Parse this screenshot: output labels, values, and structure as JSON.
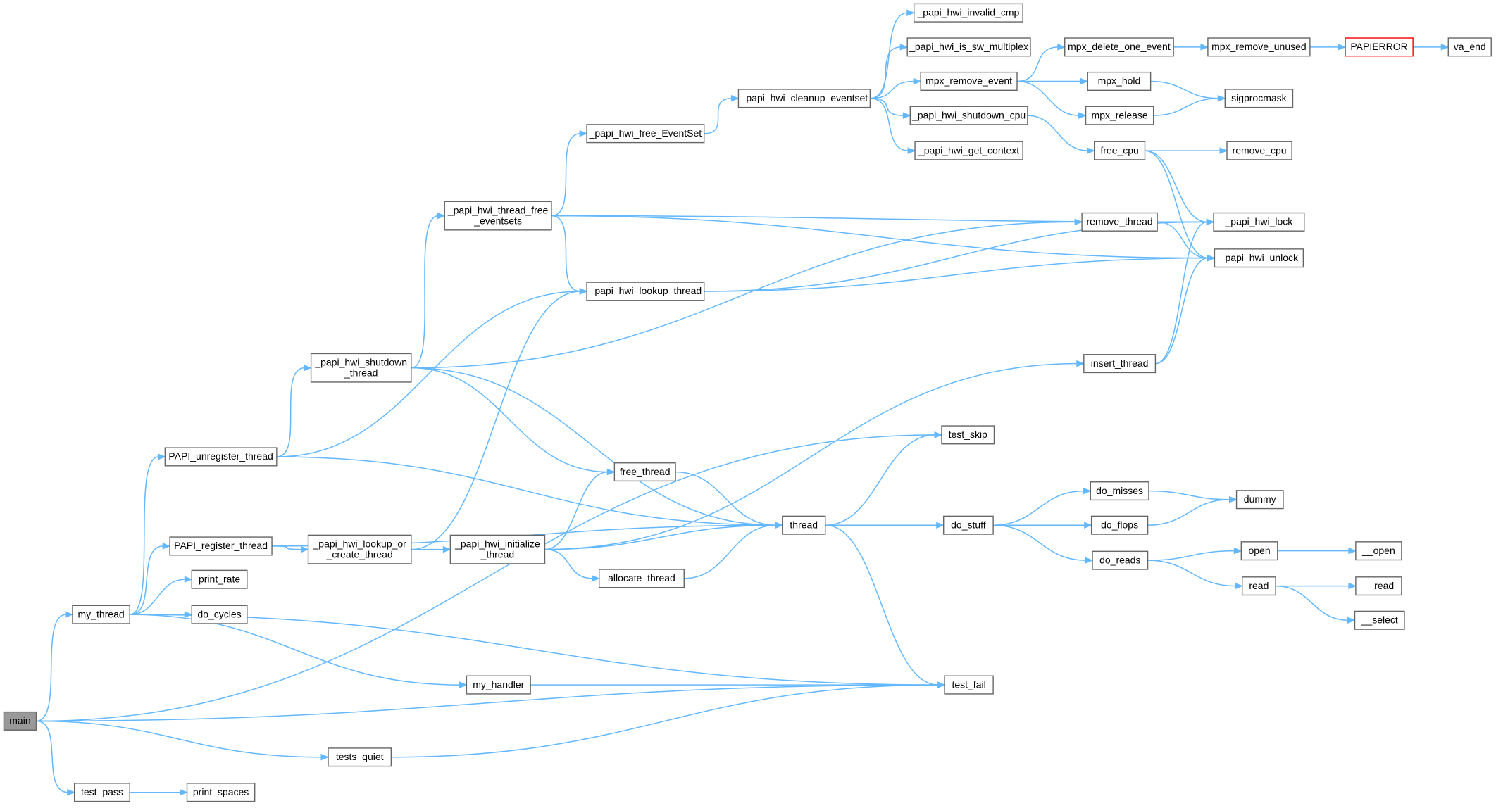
{
  "diagram": {
    "nodes": [
      {
        "id": "main",
        "lines": [
          "main"
        ],
        "style": "root"
      },
      {
        "id": "my_thread",
        "lines": [
          "my_thread"
        ]
      },
      {
        "id": "test_pass",
        "lines": [
          "test_pass"
        ]
      },
      {
        "id": "tests_quiet",
        "lines": [
          "tests_quiet"
        ]
      },
      {
        "id": "test_fail",
        "lines": [
          "test_fail"
        ]
      },
      {
        "id": "test_skip",
        "lines": [
          "test_skip"
        ]
      },
      {
        "id": "print_spaces",
        "lines": [
          "print_spaces"
        ]
      },
      {
        "id": "PAPI_unregister_thread",
        "lines": [
          "PAPI_unregister_thread"
        ]
      },
      {
        "id": "PAPI_register_thread",
        "lines": [
          "PAPI_register_thread"
        ]
      },
      {
        "id": "print_rate",
        "lines": [
          "print_rate"
        ]
      },
      {
        "id": "do_cycles",
        "lines": [
          "do_cycles"
        ]
      },
      {
        "id": "my_handler",
        "lines": [
          "my_handler"
        ]
      },
      {
        "id": "shutdown_thread",
        "lines": [
          "_papi_hwi_shutdown",
          "_thread"
        ]
      },
      {
        "id": "lookup_or_create",
        "lines": [
          "_papi_hwi_lookup_or",
          "_create_thread"
        ]
      },
      {
        "id": "thread_free_eventsets",
        "lines": [
          "_papi_hwi_thread_free",
          "_eventsets"
        ]
      },
      {
        "id": "lookup_thread",
        "lines": [
          "_papi_hwi_lookup_thread"
        ]
      },
      {
        "id": "initialize_thread",
        "lines": [
          "_papi_hwi_initialize",
          "_thread"
        ]
      },
      {
        "id": "free_eventset",
        "lines": [
          "_papi_hwi_free_EventSet"
        ]
      },
      {
        "id": "free_thread",
        "lines": [
          "free_thread"
        ]
      },
      {
        "id": "allocate_thread",
        "lines": [
          "allocate_thread"
        ]
      },
      {
        "id": "cleanup_eventset",
        "lines": [
          "_papi_hwi_cleanup_eventset"
        ]
      },
      {
        "id": "invalid_cmp",
        "lines": [
          "_papi_hwi_invalid_cmp"
        ]
      },
      {
        "id": "is_sw_multiplex",
        "lines": [
          "_papi_hwi_is_sw_multiplex"
        ]
      },
      {
        "id": "mpx_remove_event",
        "lines": [
          "mpx_remove_event"
        ]
      },
      {
        "id": "shutdown_cpu",
        "lines": [
          "_papi_hwi_shutdown_cpu"
        ]
      },
      {
        "id": "get_context",
        "lines": [
          "_papi_hwi_get_context"
        ]
      },
      {
        "id": "thread",
        "lines": [
          "thread"
        ]
      },
      {
        "id": "do_stuff",
        "lines": [
          "do_stuff"
        ]
      },
      {
        "id": "mpx_delete_one_event",
        "lines": [
          "mpx_delete_one_event"
        ]
      },
      {
        "id": "mpx_hold",
        "lines": [
          "mpx_hold"
        ]
      },
      {
        "id": "mpx_release",
        "lines": [
          "mpx_release"
        ]
      },
      {
        "id": "free_cpu",
        "lines": [
          "free_cpu"
        ]
      },
      {
        "id": "remove_thread",
        "lines": [
          "remove_thread"
        ]
      },
      {
        "id": "insert_thread",
        "lines": [
          "insert_thread"
        ]
      },
      {
        "id": "do_misses",
        "lines": [
          "do_misses"
        ]
      },
      {
        "id": "do_flops",
        "lines": [
          "do_flops"
        ]
      },
      {
        "id": "do_reads",
        "lines": [
          "do_reads"
        ]
      },
      {
        "id": "mpx_remove_unused",
        "lines": [
          "mpx_remove_unused"
        ]
      },
      {
        "id": "sigprocmask",
        "lines": [
          "sigprocmask"
        ]
      },
      {
        "id": "remove_cpu",
        "lines": [
          "remove_cpu"
        ]
      },
      {
        "id": "hwi_lock",
        "lines": [
          "_papi_hwi_lock"
        ]
      },
      {
        "id": "hwi_unlock",
        "lines": [
          "_papi_hwi_unlock"
        ]
      },
      {
        "id": "dummy",
        "lines": [
          "dummy"
        ]
      },
      {
        "id": "open",
        "lines": [
          "open"
        ]
      },
      {
        "id": "read",
        "lines": [
          "read"
        ]
      },
      {
        "id": "PAPIERROR",
        "lines": [
          "PAPIERROR"
        ],
        "style": "error"
      },
      {
        "id": "__open",
        "lines": [
          "__open"
        ]
      },
      {
        "id": "__read",
        "lines": [
          "__read"
        ]
      },
      {
        "id": "__select",
        "lines": [
          "__select"
        ]
      },
      {
        "id": "va_end",
        "lines": [
          "va_end"
        ]
      }
    ],
    "edges": [
      {
        "from": "main",
        "to": "my_thread"
      },
      {
        "from": "main",
        "to": "test_skip"
      },
      {
        "from": "main",
        "to": "test_fail"
      },
      {
        "from": "main",
        "to": "tests_quiet"
      },
      {
        "from": "main",
        "to": "test_pass"
      },
      {
        "from": "test_pass",
        "to": "print_spaces"
      },
      {
        "from": "tests_quiet",
        "to": "test_fail"
      },
      {
        "from": "my_thread",
        "to": "PAPI_unregister_thread"
      },
      {
        "from": "my_thread",
        "to": "PAPI_register_thread"
      },
      {
        "from": "my_thread",
        "to": "print_rate"
      },
      {
        "from": "my_thread",
        "to": "do_cycles"
      },
      {
        "from": "my_thread",
        "to": "test_fail"
      },
      {
        "from": "my_thread",
        "to": "my_handler"
      },
      {
        "from": "my_handler",
        "to": "test_fail"
      },
      {
        "from": "PAPI_unregister_thread",
        "to": "shutdown_thread"
      },
      {
        "from": "PAPI_unregister_thread",
        "to": "lookup_thread"
      },
      {
        "from": "PAPI_unregister_thread",
        "to": "thread"
      },
      {
        "from": "PAPI_register_thread",
        "to": "lookup_or_create"
      },
      {
        "from": "PAPI_register_thread",
        "to": "thread"
      },
      {
        "from": "shutdown_thread",
        "to": "thread_free_eventsets"
      },
      {
        "from": "shutdown_thread",
        "to": "remove_thread"
      },
      {
        "from": "shutdown_thread",
        "to": "free_thread"
      },
      {
        "from": "shutdown_thread",
        "to": "thread"
      },
      {
        "from": "lookup_or_create",
        "to": "initialize_thread"
      },
      {
        "from": "lookup_or_create",
        "to": "lookup_thread"
      },
      {
        "from": "thread_free_eventsets",
        "to": "free_eventset"
      },
      {
        "from": "thread_free_eventsets",
        "to": "lookup_thread"
      },
      {
        "from": "thread_free_eventsets",
        "to": "hwi_lock"
      },
      {
        "from": "thread_free_eventsets",
        "to": "hwi_unlock"
      },
      {
        "from": "initialize_thread",
        "to": "insert_thread"
      },
      {
        "from": "initialize_thread",
        "to": "free_thread"
      },
      {
        "from": "initialize_thread",
        "to": "allocate_thread"
      },
      {
        "from": "initialize_thread",
        "to": "thread"
      },
      {
        "from": "free_eventset",
        "to": "cleanup_eventset"
      },
      {
        "from": "lookup_thread",
        "to": "hwi_lock"
      },
      {
        "from": "lookup_thread",
        "to": "hwi_unlock"
      },
      {
        "from": "free_thread",
        "to": "thread"
      },
      {
        "from": "allocate_thread",
        "to": "thread"
      },
      {
        "from": "cleanup_eventset",
        "to": "invalid_cmp"
      },
      {
        "from": "cleanup_eventset",
        "to": "is_sw_multiplex"
      },
      {
        "from": "cleanup_eventset",
        "to": "mpx_remove_event"
      },
      {
        "from": "cleanup_eventset",
        "to": "shutdown_cpu"
      },
      {
        "from": "cleanup_eventset",
        "to": "get_context"
      },
      {
        "from": "mpx_remove_event",
        "to": "mpx_delete_one_event"
      },
      {
        "from": "mpx_remove_event",
        "to": "mpx_hold"
      },
      {
        "from": "mpx_remove_event",
        "to": "mpx_release"
      },
      {
        "from": "shutdown_cpu",
        "to": "free_cpu"
      },
      {
        "from": "mpx_delete_one_event",
        "to": "mpx_remove_unused"
      },
      {
        "from": "mpx_remove_unused",
        "to": "PAPIERROR"
      },
      {
        "from": "PAPIERROR",
        "to": "va_end"
      },
      {
        "from": "mpx_hold",
        "to": "sigprocmask"
      },
      {
        "from": "mpx_release",
        "to": "sigprocmask"
      },
      {
        "from": "free_cpu",
        "to": "remove_cpu"
      },
      {
        "from": "free_cpu",
        "to": "hwi_lock"
      },
      {
        "from": "free_cpu",
        "to": "hwi_unlock"
      },
      {
        "from": "remove_thread",
        "to": "hwi_lock"
      },
      {
        "from": "remove_thread",
        "to": "hwi_unlock"
      },
      {
        "from": "insert_thread",
        "to": "hwi_lock"
      },
      {
        "from": "insert_thread",
        "to": "hwi_unlock"
      },
      {
        "from": "thread",
        "to": "do_stuff"
      },
      {
        "from": "thread",
        "to": "test_skip"
      },
      {
        "from": "thread",
        "to": "test_fail"
      },
      {
        "from": "do_stuff",
        "to": "do_misses"
      },
      {
        "from": "do_stuff",
        "to": "do_flops"
      },
      {
        "from": "do_stuff",
        "to": "do_reads"
      },
      {
        "from": "do_misses",
        "to": "dummy"
      },
      {
        "from": "do_flops",
        "to": "dummy"
      },
      {
        "from": "do_reads",
        "to": "open"
      },
      {
        "from": "do_reads",
        "to": "read"
      },
      {
        "from": "open",
        "to": "__open"
      },
      {
        "from": "read",
        "to": "__read"
      },
      {
        "from": "read",
        "to": "__select"
      }
    ]
  }
}
